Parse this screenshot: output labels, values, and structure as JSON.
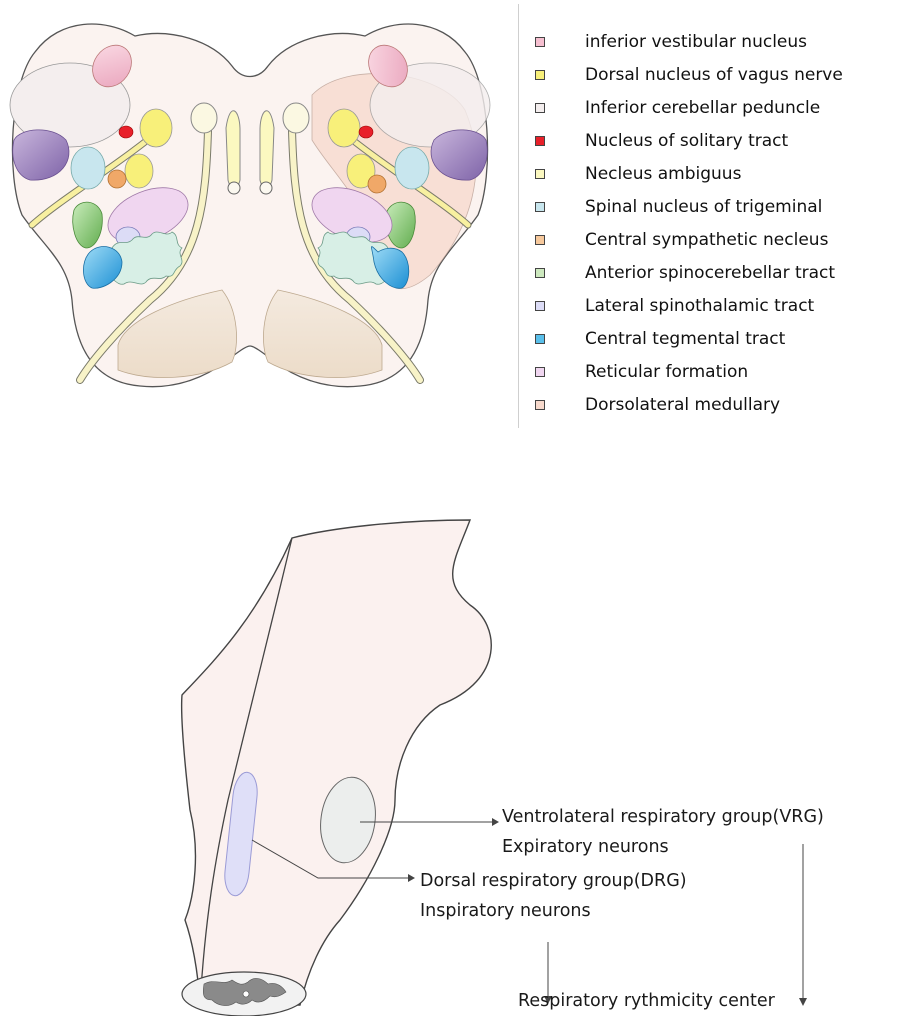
{
  "legend": {
    "items": [
      {
        "label": "inferior vestibular nucleus",
        "color": "#f6bfd0"
      },
      {
        "label": "Dorsal nucleus of vagus nerve",
        "color": "#f8f07a"
      },
      {
        "label": "Inferior cerebellar peduncle",
        "color": "#f4eeee"
      },
      {
        "label": "Nucleus of solitary tract",
        "color": "#e8202a"
      },
      {
        "label": "Necleus ambiguus",
        "color": "#fbf8c0"
      },
      {
        "label": "Spinal nucleus of trigeminal",
        "color": "#c8e6ee"
      },
      {
        "label": "Central sympathetic necleus",
        "color": "#f7c99c"
      },
      {
        "label": "Anterior spinocerebellar tract",
        "color": "#cde9bf"
      },
      {
        "label": "Lateral spinothalamic tract",
        "color": "#dcdcf6"
      },
      {
        "label": "Central tegmental tract",
        "color": "#59bfea"
      },
      {
        "label": "Reticular formation",
        "color": "#f0d6f0"
      },
      {
        "label": "Dorsolateral medullary",
        "color": "#f7d9cc"
      }
    ]
  },
  "brainstem": {
    "vrg_label": "Ventrolateral respiratory group(VRG)",
    "vrg_neurons": "Expiratory neurons",
    "drg_label": "Dorsal respiratory group(DRG)",
    "drg_neurons": "Inspiratory neurons",
    "center_label": "Respiratory rythmicity center"
  }
}
